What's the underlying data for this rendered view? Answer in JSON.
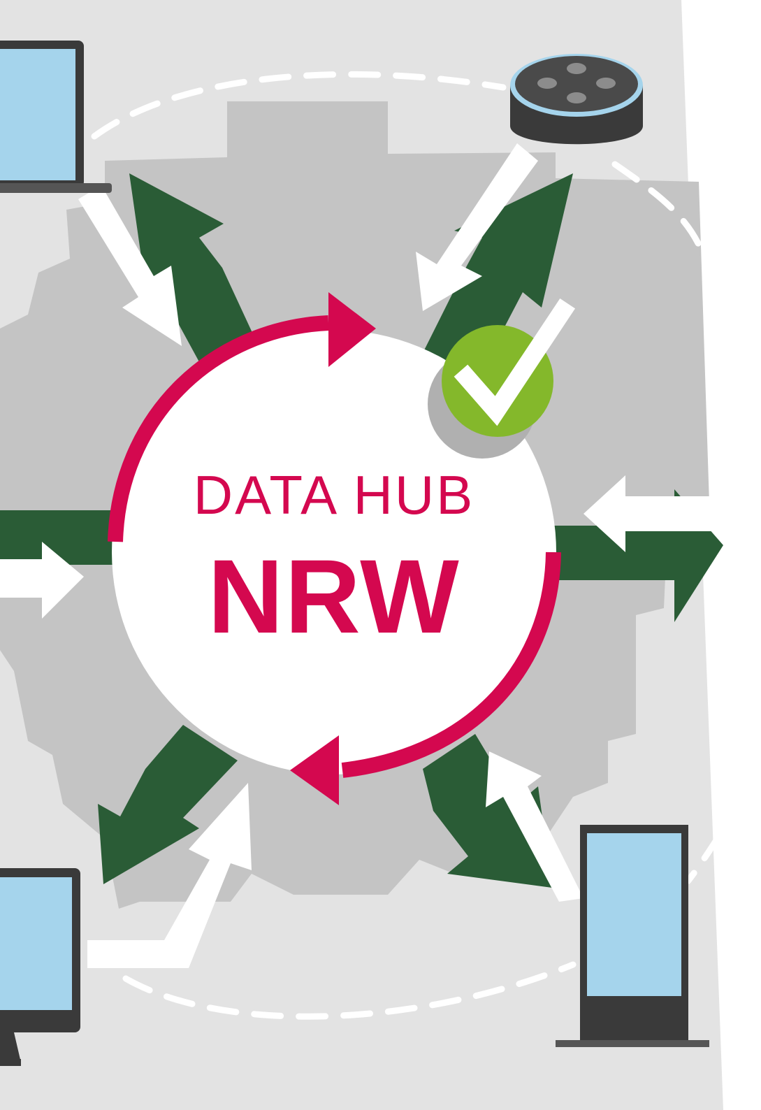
{
  "hub": {
    "line1": "DATA HUB",
    "line2": "NRW",
    "status_icon": "checkmark-icon"
  },
  "devices": [
    {
      "id": "laptop",
      "icon": "laptop-icon"
    },
    {
      "id": "smart-speaker",
      "icon": "smart-speaker-icon"
    },
    {
      "id": "desktop-monitor",
      "icon": "monitor-icon"
    },
    {
      "id": "info-kiosk",
      "icon": "kiosk-terminal-icon"
    }
  ],
  "colors": {
    "background": "#e3e3e3",
    "map_region": "#c4c4c4",
    "accent": "#d4084f",
    "arrow_dark": "#2a5c36",
    "arrow_light": "#ffffff",
    "check_badge": "#84b82b",
    "screen": "#a5d4ec",
    "device_body": "#3a3a3a"
  }
}
